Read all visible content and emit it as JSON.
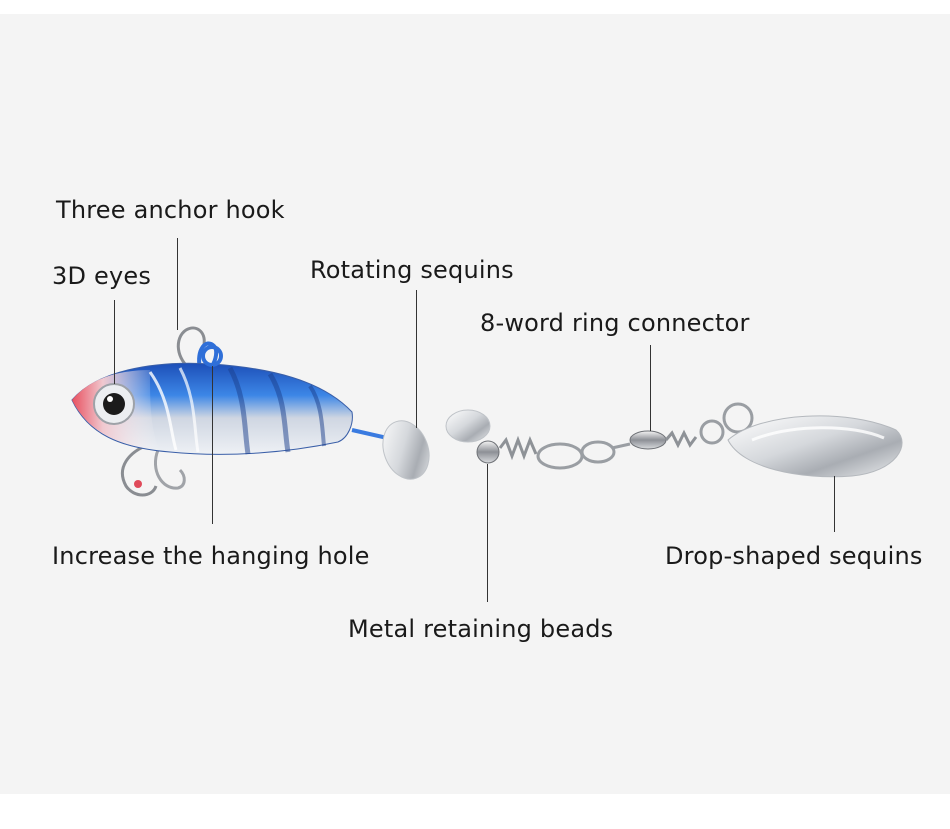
{
  "labels": {
    "three_anchor_hook": "Three anchor hook",
    "eyes_3d": "3D eyes",
    "rotating_sequins": "Rotating sequins",
    "ring_connector": "8-word ring connector",
    "hanging_hole": "Increase the hanging hole",
    "drop_sequins": "Drop-shaped sequins",
    "retaining_beads": "Metal retaining beads"
  },
  "colors": {
    "background": "#f4f4f4",
    "text": "#1a1a1a",
    "leader_line": "#333333",
    "lure_blue": "#2f6fd8",
    "lure_silver": "#d9dde3",
    "lure_red": "#e04a5a"
  }
}
